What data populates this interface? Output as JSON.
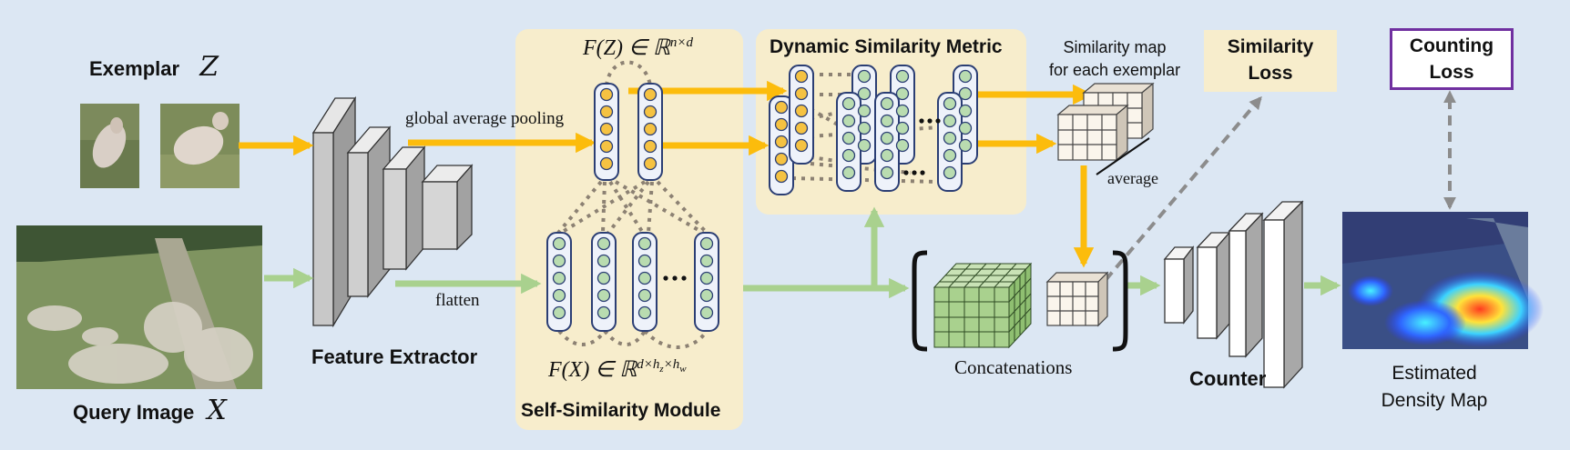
{
  "labels": {
    "exemplar": "Exemplar",
    "exemplar_var": "Z",
    "query_image": "Query Image",
    "query_var": "X",
    "feature_extractor": "Feature Extractor",
    "global_average_pooling": "global average pooling",
    "flatten": "flatten",
    "fz_formula": "F(Z) ∈ ℝ",
    "fz_sup": "n×d",
    "fx_formula": "F(X) ∈ ℝ",
    "fx_sup": "d×h",
    "fx_sub1": "z",
    "fx_sup2": "×h",
    "fx_sub2": "w",
    "self_similarity_module": "Self-Similarity Module",
    "dynamic_similarity_metric": "Dynamic Similarity Metric",
    "similarity_map_line1": "Similarity map",
    "similarity_map_line2": "for each exemplar",
    "average": "average",
    "similarity_loss_line1": "Similarity",
    "similarity_loss_line2": "Loss",
    "counting_loss_line1": "Counting",
    "counting_loss_line2": "Loss",
    "concatenations": "Concatenations",
    "counter": "Counter",
    "estimated_line1": "Estimated",
    "estimated_line2": "Density Map"
  },
  "colors": {
    "background": "#dce7f3",
    "panel": "#f7edcc",
    "yellow_arrow": "#fcbc0c",
    "green_arrow": "#a9d18e",
    "gray_arrow": "#8c8c8c",
    "counting_border": "#7030a0",
    "yellow_node": "#f5c242",
    "green_node": "#b9dcb0"
  }
}
